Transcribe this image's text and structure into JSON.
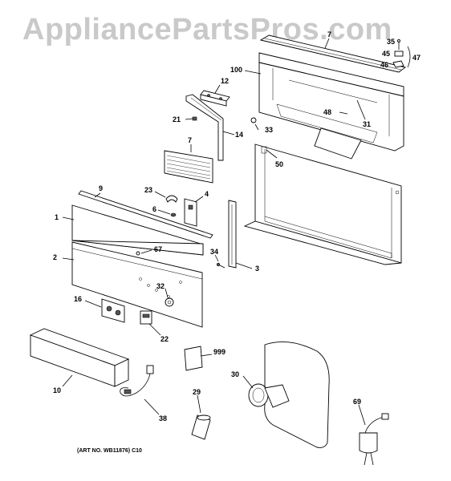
{
  "watermark": "AppliancePartsPros.com",
  "art_number": "(ART NO. WB11876) C10",
  "callouts": {
    "p7a": "7",
    "p35": "35",
    "p45": "45",
    "p46": "46",
    "p47": "47",
    "p100": "100",
    "p12": "12",
    "p48": "48",
    "p31": "31",
    "p21": "21",
    "p14": "14",
    "p33": "33",
    "p7b": "7",
    "p50": "50",
    "p9": "9",
    "p23": "23",
    "p4": "4",
    "p6": "6",
    "p1": "1",
    "p67": "67",
    "p2": "2",
    "p34": "34",
    "p3": "3",
    "p32": "32",
    "p16": "16",
    "p22": "22",
    "p999": "999",
    "p30": "30",
    "p10": "10",
    "p29": "29",
    "p38": "38",
    "p69": "69"
  }
}
